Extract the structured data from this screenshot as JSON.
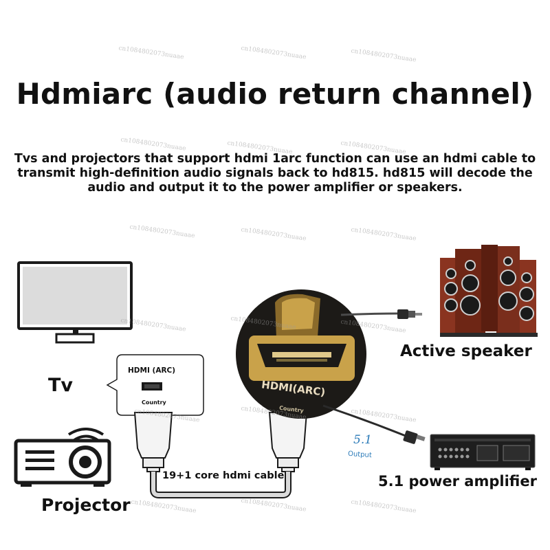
{
  "title": "Hdmiarc (audio return channel)",
  "description": "Tvs and projectors that support hdmi 1arc function can use an hdmi cable to transmit high-definition audio signals back to hd815. hd815 will decode the audio and output it to the power amplifier or speakers.",
  "labels": {
    "tv": "Tv",
    "projector": "Projector",
    "active_speaker": "Active speaker",
    "power_amplifier": "5.1 power amplifier",
    "cable": "19+1 core hdmi cable"
  },
  "port_card": {
    "title": "HDMI (ARC)",
    "country": "Country"
  },
  "closeup": {
    "title": "HDMI(ARC)",
    "country": "Country"
  },
  "output": {
    "value": "5.1",
    "label": "Output"
  },
  "watermark": "cn1084802073nuaae",
  "colors": {
    "gold": "#c9a24a",
    "dark_panel": "#1c1a17",
    "speaker_wood": "#7a2e1c",
    "output_blue": "#2a7ab8"
  }
}
